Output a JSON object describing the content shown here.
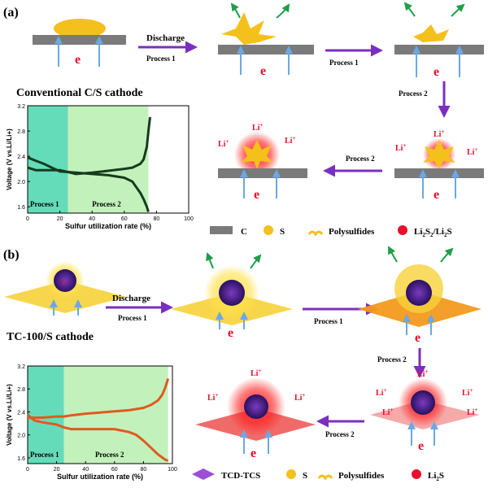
{
  "panel_a": {
    "tag": "(a)",
    "cathode_title": "Conventional C/S cathode",
    "discharge_label": "Discharge",
    "process1_label": "Process 1",
    "process2_label": "Process 2",
    "electron": "e",
    "li_ion": "Li",
    "li_ion_sup": "+"
  },
  "panel_b": {
    "tag": "(b)",
    "cathode_title": "TC-100/S cathode",
    "discharge_label": "Discharge",
    "process1_label": "Process 1",
    "process2_label": "Process 2",
    "electron": "e",
    "li_ion": "Li",
    "li_ion_sup": "+"
  },
  "legend_a": {
    "c_label": "C",
    "s_label": "S",
    "polysulfides_label": "Polysulfides",
    "lis_label_main": "Li",
    "lis_sub1": "2",
    "lis_mid": "S",
    "lis_sub2": "2",
    "lis_sep": "/Li",
    "lis_sub3": "2",
    "lis_end": "S"
  },
  "legend_b": {
    "tcd_label": "TCD-TCS",
    "s_label": "S",
    "polysulfides_label": "Polysulfides",
    "lis_main": "Li",
    "lis_sub": "2",
    "lis_end": "S"
  },
  "colors": {
    "sulfur": "#f4c01b",
    "carbon": "#7a7a7a",
    "arrow_purple": "#7b2fbe",
    "electron_red": "#e8102a",
    "blue_arrow": "#6aa8e6",
    "green_arrow": "#1e9e4a",
    "process1_bg": "#49d6ae",
    "process2_bg": "#b9eeb0",
    "curve_a": "#173b1e",
    "curve_b": "#e05a1e"
  },
  "chart_data": [
    {
      "type": "line",
      "ylabel": "Voltage (V vs.Li/Li+)",
      "xlabel": "Sulfur utilization rate (%)",
      "xlim": [
        0,
        100
      ],
      "ylim": [
        1.5,
        3.2
      ],
      "xticks": [
        "0",
        "20",
        "40",
        "60",
        "80",
        "100"
      ],
      "yticks": [
        "1.6",
        "2.0",
        "2.4",
        "2.8",
        "3.2"
      ],
      "regions": [
        {
          "label": "Process 1",
          "x": [
            0,
            25
          ]
        },
        {
          "label": "Process 2",
          "x": [
            25,
            75
          ]
        }
      ],
      "series": [
        {
          "x": [
            0,
            2,
            5,
            10,
            15,
            20,
            25,
            30,
            40,
            50,
            60,
            65,
            70,
            72,
            74,
            75
          ],
          "y": [
            2.38,
            2.36,
            2.33,
            2.28,
            2.22,
            2.16,
            2.15,
            2.14,
            2.12,
            2.1,
            2.06,
            2.0,
            1.82,
            1.72,
            1.6,
            1.52
          ]
        },
        {
          "x": [
            0,
            5,
            10,
            20,
            25,
            30,
            40,
            50,
            60,
            65,
            70,
            72,
            74,
            75,
            76
          ],
          "y": [
            2.22,
            2.18,
            2.18,
            2.18,
            2.15,
            2.12,
            2.14,
            2.17,
            2.2,
            2.22,
            2.28,
            2.35,
            2.55,
            2.8,
            3.02
          ]
        }
      ]
    },
    {
      "type": "line",
      "ylabel": "Voltage (V vs.Li/Li+)",
      "xlabel": "Sulfur utilization rate (%)",
      "xlim": [
        0,
        100
      ],
      "ylim": [
        1.5,
        3.2
      ],
      "xticks": [
        "0",
        "20",
        "40",
        "60",
        "80",
        "100"
      ],
      "yticks": [
        "1.6",
        "2.0",
        "2.4",
        "2.8",
        "3.2"
      ],
      "regions": [
        {
          "label": "Process 1",
          "x": [
            0,
            25
          ]
        },
        {
          "label": "Process 2",
          "x": [
            25,
            97
          ]
        }
      ],
      "series": [
        {
          "x": [
            0,
            2,
            5,
            10,
            20,
            25,
            30,
            40,
            50,
            60,
            70,
            75,
            80,
            85,
            90,
            95,
            97
          ],
          "y": [
            2.36,
            2.3,
            2.25,
            2.22,
            2.18,
            2.13,
            2.1,
            2.1,
            2.1,
            2.1,
            2.05,
            2.0,
            1.9,
            1.78,
            1.66,
            1.57,
            1.55
          ]
        },
        {
          "x": [
            0,
            5,
            10,
            20,
            25,
            30,
            40,
            50,
            60,
            70,
            80,
            85,
            90,
            93,
            95,
            97
          ],
          "y": [
            2.3,
            2.3,
            2.3,
            2.32,
            2.32,
            2.34,
            2.37,
            2.39,
            2.41,
            2.43,
            2.47,
            2.52,
            2.6,
            2.7,
            2.82,
            2.98
          ]
        }
      ]
    }
  ]
}
